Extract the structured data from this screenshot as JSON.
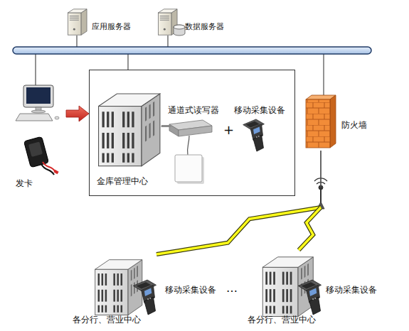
{
  "diagram": {
    "nodes": [
      {
        "text": [
          "应用服务器"
        ]
      },
      {
        "text": [
          "数据服务器"
        ]
      },
      {
        "text": [
          "发卡"
        ]
      },
      {
        "text": [
          "金库管理中心"
        ]
      },
      {
        "text": [
          "通道式读写器"
        ],
        "in": 3
      },
      {
        "text": [
          "移动采集设备"
        ],
        "in": 3
      },
      {
        "text": [
          "防火墙"
        ]
      },
      {
        "text": [
          "移动采集设备",
          "各分行、营业中心"
        ]
      },
      {
        "text": [
          "移动采集设备",
          "各分行、营业中心"
        ]
      }
    ],
    "edges": [
      {
        "from": 2,
        "to": 3,
        "arrow": "to"
      },
      {
        "from": 6,
        "to": 7,
        "arrow": "none"
      },
      {
        "from": 6,
        "to": 8,
        "arrow": "none"
      }
    ],
    "labels": [
      "+",
      "…"
    ]
  }
}
